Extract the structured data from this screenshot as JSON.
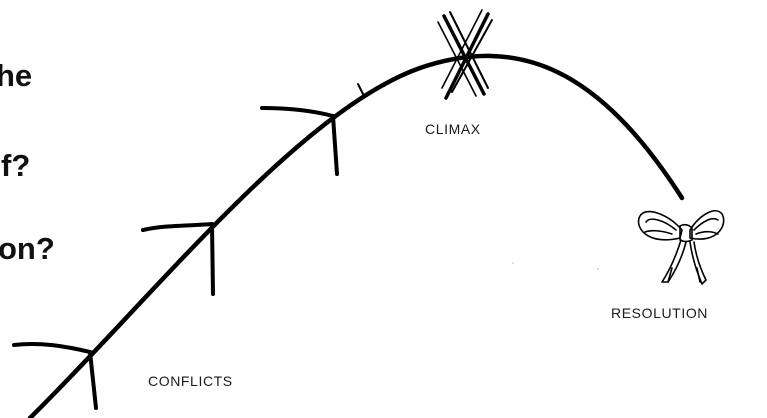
{
  "left_text_fragments": [
    "he",
    "f?",
    "on?"
  ],
  "labels": {
    "climax": "CLIMAX",
    "resolution": "RESOLUTION",
    "conflicts": "CONFLICTS"
  },
  "colors": {
    "ink": "#111111",
    "background": "#ffffff"
  },
  "icons": {
    "climax_marker": "x-mark-icon",
    "resolution_marker": "bow-ribbon-icon"
  }
}
